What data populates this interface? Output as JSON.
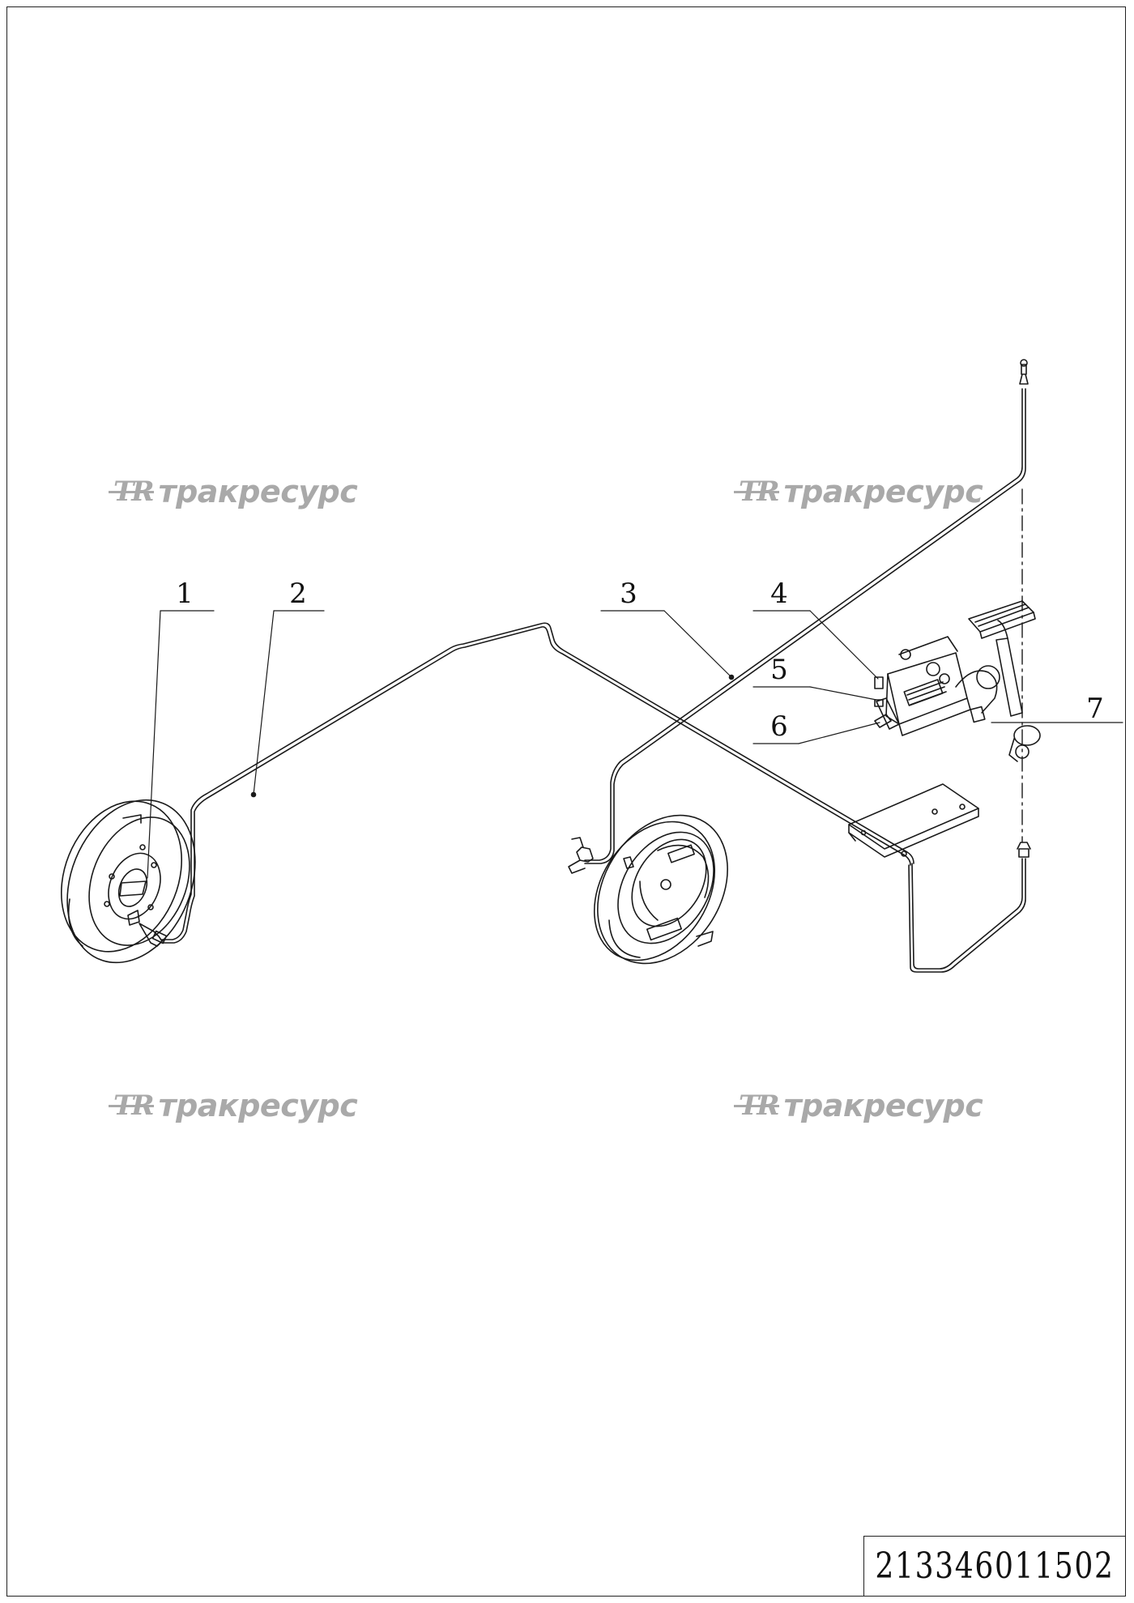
{
  "drawing": {
    "part_number": "213346011502",
    "watermark_logo": "TR",
    "watermark_text": "тракресурс"
  },
  "callouts": [
    {
      "label": "1"
    },
    {
      "label": "2"
    },
    {
      "label": "3"
    },
    {
      "label": "4"
    },
    {
      "label": "5"
    },
    {
      "label": "6"
    },
    {
      "label": "7"
    }
  ]
}
